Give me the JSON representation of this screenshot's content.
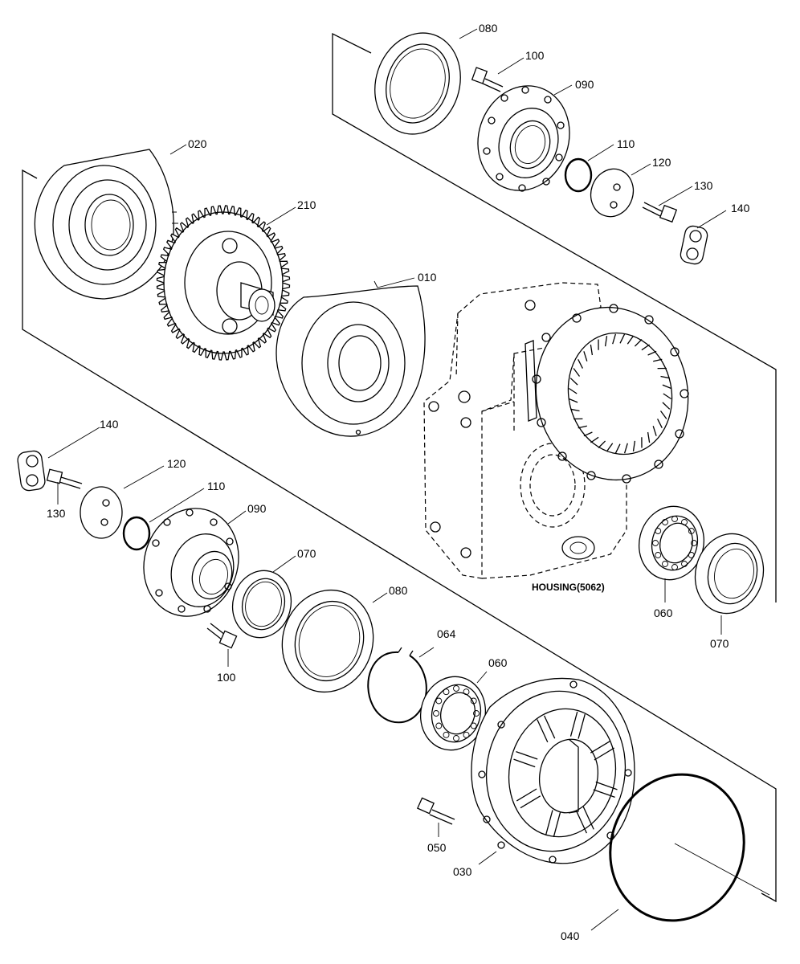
{
  "diagram": {
    "housing_label": "HOUSING(5062)",
    "callouts": {
      "top_080": "080",
      "top_100": "100",
      "top_090": "090",
      "top_110": "110",
      "top_120": "120",
      "top_130": "130",
      "top_140": "140",
      "p020": "020",
      "p210": "210",
      "p010": "010",
      "left_140": "140",
      "left_120": "120",
      "left_110": "110",
      "left_130": "130",
      "left_090": "090",
      "left_070": "070",
      "left_080": "080",
      "left_100": "100",
      "p064": "064",
      "mid_060": "060",
      "right_060": "060",
      "right_070": "070",
      "p050": "050",
      "p030": "030",
      "p040": "040"
    }
  }
}
